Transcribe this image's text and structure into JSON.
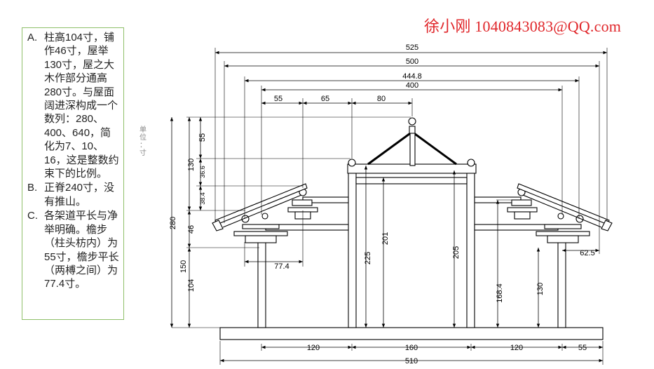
{
  "watermark": "徐小刚 1040843083@QQ.com",
  "unit_label": "单位：寸",
  "notes": [
    {
      "mark": "A.",
      "text": "柱高104寸，铺作46寸，屋举130寸，屋之大木作部分通高280寸。与屋面阔进深构成一个数列：280、400、640，简化为7、10、16，这是整数约束下的比例。"
    },
    {
      "mark": "B.",
      "text": "正脊240寸，没有推山。"
    },
    {
      "mark": "C.",
      "text": "各架道平长与净举明确。檐步（柱头枋内）为55寸，檐步平长（两榑之间）为77.4寸。"
    }
  ],
  "dimensions": {
    "top": [
      "525",
      "500",
      "444.8",
      "400"
    ],
    "segments_top": [
      "55",
      "65",
      "80"
    ],
    "left": [
      "55",
      "130",
      "36.6",
      "38.4",
      "280",
      "46",
      "150",
      "104"
    ],
    "eave_step": "77.4",
    "interior": [
      "225",
      "201",
      "205",
      "168.4",
      "130"
    ],
    "right_overhang": "62.5",
    "bottom": [
      "120",
      "160",
      "120",
      "55"
    ],
    "total_base": "510"
  }
}
